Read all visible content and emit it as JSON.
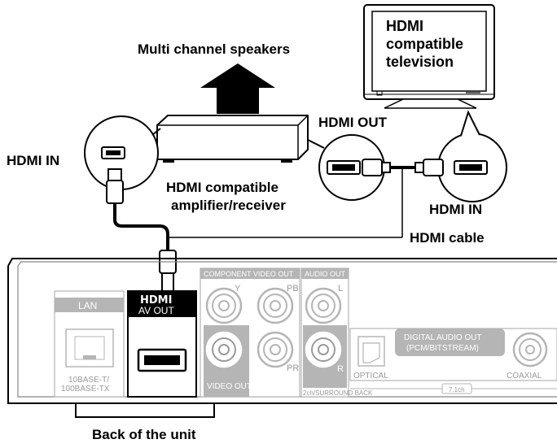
{
  "labels": {
    "multi_channel_speakers": "Multi channel speakers",
    "hdmi_compatible_tv": [
      "HDMI",
      "compatible",
      "television"
    ],
    "hdmi_out": "HDMI OUT",
    "hdmi_in_left": "HDMI IN",
    "hdmi_in_right": "HDMI IN",
    "amplifier": [
      "HDMI compatible",
      "amplifier/receiver"
    ],
    "hdmi_cable": "HDMI cable",
    "back_of_unit": "Back of the unit"
  },
  "panel": {
    "lan": "LAN",
    "lan_spec": [
      "10BASE-T/",
      "100BASE-TX"
    ],
    "hdmi_logo": "HDMI",
    "av_out": "AV OUT",
    "component_video_out": "COMPONENT VIDEO OUT",
    "y": "Y",
    "pb": "PB",
    "pr": "PR",
    "video_out": "VIDEO OUT",
    "audio_out": "AUDIO OUT",
    "l": "L",
    "r": "R",
    "surround_back": "2ch/SURROUND BACK",
    "digital_audio_out": [
      "DIGITAL AUDIO OUT",
      "(PCM/BITSTREAM)"
    ],
    "optical": "OPTICAL",
    "coaxial": "COAXIAL",
    "ch71": "7.1ch"
  }
}
